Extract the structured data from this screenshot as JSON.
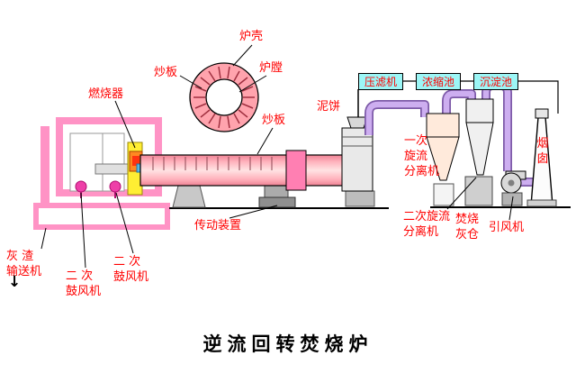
{
  "title": "逆流回转焚烧炉",
  "colors": {
    "label_red": "#ff0000",
    "kiln_pink": "#ffa3ad",
    "frame_pink": "#ff93c5",
    "pipe_purple": "#cdaef0",
    "box_cyan": "#9cf6f6",
    "burner_yellow": "#ffee33",
    "blower_magenta": "#ee3fa8"
  },
  "kiln_section": {
    "shell": "炉壳",
    "stir_plate": "炒板",
    "chamber": "炉膛"
  },
  "kiln": {
    "stir_plate": "炒板",
    "drive": "传动装置"
  },
  "left_unit": {
    "burner": "燃烧器",
    "ash_conveyor": "灰 渣\n输送机",
    "ash_arrow": "↓",
    "blower_a": "二 次\n鼓风机",
    "blower_b": "二 次\n鼓风机"
  },
  "sludge_line": {
    "boxes": [
      {
        "label": "压滤机"
      },
      {
        "label": "浓缩池"
      },
      {
        "label": "沉淀池"
      }
    ],
    "mud_cake": "泥饼"
  },
  "gas_line": {
    "primary_cyclone": "一次\n旋流\n分离机",
    "secondary_cyclone": "二次旋流\n分离机",
    "ash_bin": "焚烧\n灰仓",
    "fan": "引风机",
    "chimney": "烟\n囱"
  }
}
